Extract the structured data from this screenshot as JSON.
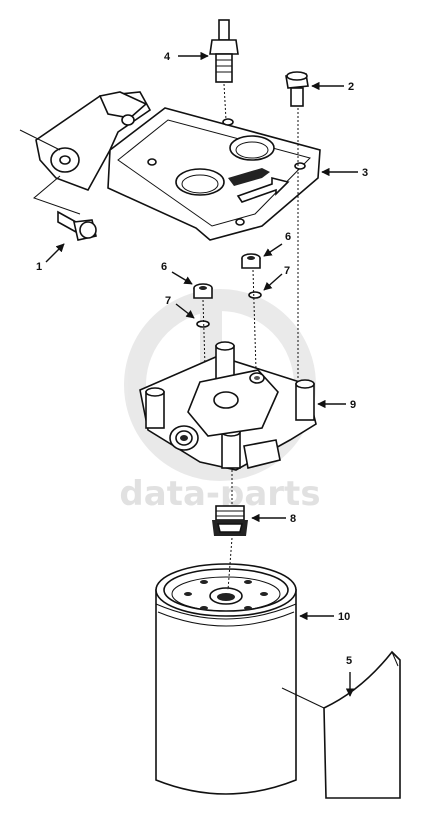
{
  "watermark": {
    "text": "data-parts"
  },
  "callouts": [
    {
      "id": "c1",
      "label": "1"
    },
    {
      "id": "c2",
      "label": "2"
    },
    {
      "id": "c3",
      "label": "3"
    },
    {
      "id": "c4",
      "label": "4"
    },
    {
      "id": "c5",
      "label": "5"
    },
    {
      "id": "c6a",
      "label": "6"
    },
    {
      "id": "c6b",
      "label": "6"
    },
    {
      "id": "c7a",
      "label": "7"
    },
    {
      "id": "c7b",
      "label": "7"
    },
    {
      "id": "c8",
      "label": "8"
    },
    {
      "id": "c9",
      "label": "9"
    },
    {
      "id": "c10",
      "label": "10"
    }
  ]
}
